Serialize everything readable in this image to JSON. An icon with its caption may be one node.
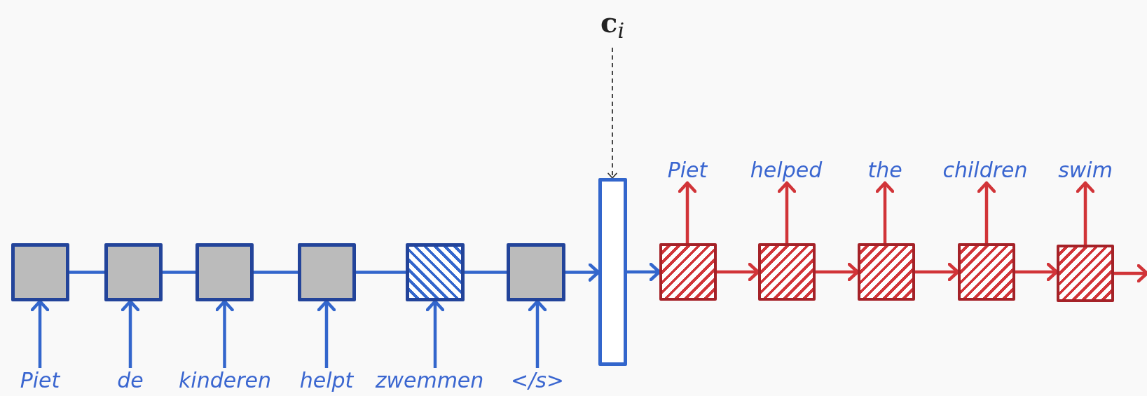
{
  "diagram": {
    "nodes": [
      {
        "text": [
          "**c**$_{i}$"
        ]
      },
      {
        "text": [
          "Piet"
        ]
      },
      {
        "text": [
          "helped"
        ]
      },
      {
        "text": [
          "the"
        ]
      },
      {
        "text": [
          "children"
        ]
      },
      {
        "text": [
          "swim"
        ]
      },
      {
        "text": [],
        "shape": "box"
      },
      {
        "text": [],
        "shape": "box"
      },
      {
        "text": [],
        "shape": "box"
      },
      {
        "text": [],
        "shape": "box"
      },
      {
        "text": [],
        "shape": "box"
      },
      {
        "text": [],
        "shape": "box"
      },
      {
        "text": [],
        "shape": "bar"
      },
      {
        "text": [],
        "shape": "box"
      },
      {
        "text": [],
        "shape": "box"
      },
      {
        "text": [],
        "shape": "box"
      },
      {
        "text": [],
        "shape": "box"
      },
      {
        "text": [],
        "shape": "box"
      },
      {
        "text": [
          "Piet"
        ]
      },
      {
        "text": [
          "de"
        ]
      },
      {
        "text": [
          "kinderen"
        ]
      },
      {
        "text": [
          "helpt"
        ]
      },
      {
        "text": [
          "zwemmen"
        ]
      },
      {
        "text": [
          "</s>"
        ]
      }
    ],
    "edges": [
      {
        "from": 18,
        "to": 6,
        "arrow": "to"
      },
      {
        "from": 19,
        "to": 7,
        "arrow": "to"
      },
      {
        "from": 20,
        "to": 8,
        "arrow": "to"
      },
      {
        "from": 21,
        "to": 9,
        "arrow": "to"
      },
      {
        "from": 22,
        "to": 10,
        "arrow": "to"
      },
      {
        "from": 23,
        "to": 11,
        "arrow": "to"
      },
      {
        "from": 6,
        "to": 7,
        "arrow": "none"
      },
      {
        "from": 7,
        "to": 8,
        "arrow": "none"
      },
      {
        "from": 8,
        "to": 9,
        "arrow": "none"
      },
      {
        "from": 9,
        "to": 10,
        "arrow": "none"
      },
      {
        "from": 10,
        "to": 11,
        "arrow": "none"
      },
      {
        "from": 11,
        "to": 12,
        "arrow": "to"
      },
      {
        "from": 0,
        "to": 12,
        "arrow": "to",
        "style": "dashed",
        "color": "#333333"
      },
      {
        "from": 12,
        "to": 13,
        "arrow": "to"
      },
      {
        "from": 13,
        "to": 14,
        "arrow": "to",
        "color": "#d13438"
      },
      {
        "from": 14,
        "to": 15,
        "arrow": "to",
        "color": "#d13438"
      },
      {
        "from": 15,
        "to": 16,
        "arrow": "to",
        "color": "#d13438"
      },
      {
        "from": 16,
        "to": 17,
        "arrow": "to",
        "color": "#d13438"
      },
      {
        "from": 17,
        "to": null,
        "arrow": "to",
        "color": "#d13438"
      },
      {
        "from": 13,
        "to": 1,
        "arrow": "to",
        "color": "#d13438"
      },
      {
        "from": 14,
        "to": 2,
        "arrow": "to",
        "color": "#d13438"
      },
      {
        "from": 15,
        "to": 3,
        "arrow": "to",
        "color": "#d13438"
      },
      {
        "from": 16,
        "to": 4,
        "arrow": "to",
        "color": "#d13438"
      },
      {
        "from": 17,
        "to": 5,
        "arrow": "to",
        "color": "#d13438"
      }
    ]
  }
}
